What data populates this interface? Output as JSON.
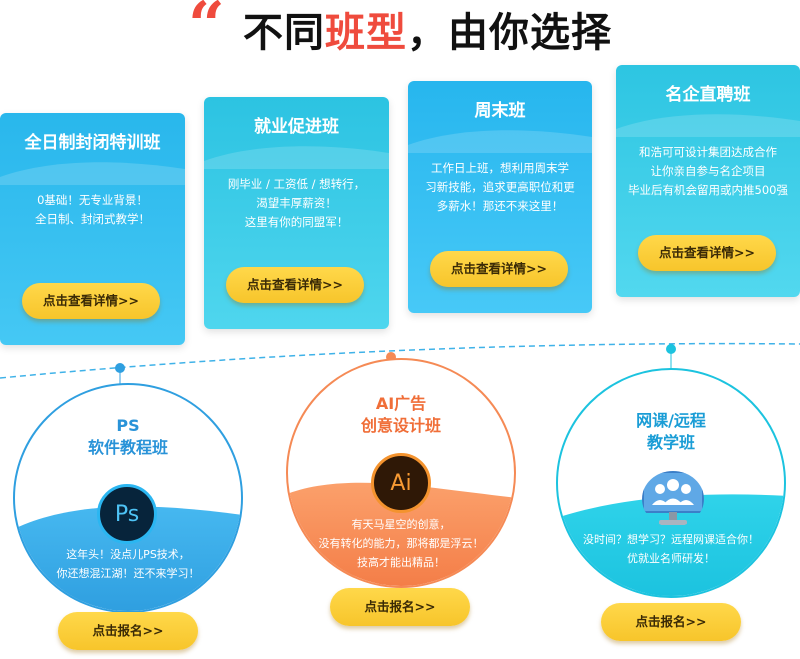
{
  "header": {
    "quote_mark": "“",
    "title_part1": "不同",
    "title_highlight": "班型",
    "title_part2": "，由你选择"
  },
  "cards": [
    {
      "title": "全日制封闭特训班",
      "desc": [
        "0基础！无专业背景！",
        "全日制、封闭式教学！"
      ],
      "button": "点击查看详情>>"
    },
    {
      "title": "就业促进班",
      "desc": [
        "刚毕业 / 工资低 / 想转行，",
        "渴望丰厚薪资！",
        "这里有你的同盟军！"
      ],
      "button": "点击查看详情>>"
    },
    {
      "title": "周末班",
      "desc": [
        "工作日上班，想利用周末学",
        "习新技能，追求更高职位和更",
        "多薪水！那还不来这里！"
      ],
      "button": "点击查看详情>>"
    },
    {
      "title": "名企直聘班",
      "desc": [
        "和浩可可设计集团达成合作",
        "让你亲自参与名企项目",
        "毕业后有机会留用或内推500强"
      ],
      "button": "点击查看详情>>"
    }
  ],
  "circles": [
    {
      "title_line1": "PS",
      "title_line2": "软件教程班",
      "icon_label": "Ps",
      "desc": [
        "这年头！没点儿PS技术，",
        "你还想混江湖！还不来学习！"
      ],
      "button": "点击报名>>"
    },
    {
      "title_line1": "AI广告",
      "title_line2": "创意设计班",
      "icon_label": "Ai",
      "desc": [
        "有天马星空的创意，",
        "没有转化的能力，那将都是浮云！",
        "技高才能出精品！"
      ],
      "button": "点击报名>>"
    },
    {
      "title_line1": "网课/远程",
      "title_line2": "教学班",
      "icon_label": "",
      "desc": [
        "没时间？想学习？远程网课适合你！",
        "优就业名师研发！"
      ],
      "button": "点击报名>>"
    }
  ],
  "colors": {
    "accent_red": "#ef4b3d",
    "button_yellow": "#f7c52b",
    "blue": "#2f9fe0",
    "orange": "#f58a55",
    "cyan": "#1cc3df"
  },
  "icons": {
    "ps": "photoshop-icon",
    "ai": "illustrator-icon",
    "remote": "online-class-monitor-icon"
  }
}
